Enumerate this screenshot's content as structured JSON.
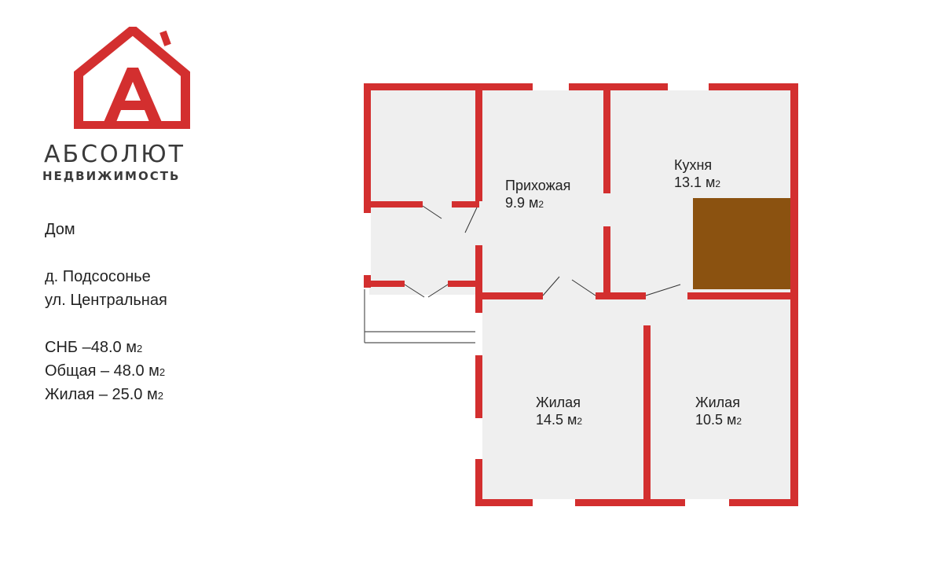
{
  "brand": {
    "name": "АБСОЛЮТ",
    "subtitle": "НЕДВИЖИМОСТЬ",
    "logo_letter": "А",
    "logo_color": "#d32f2f"
  },
  "property": {
    "type": "Дом",
    "village": "д. Подсосонье",
    "street": "ул. Центральная",
    "snb_label": "СНБ –48.0",
    "total_label": "Общая – 48.0",
    "living_label": "Жилая – 25.0",
    "unit": "м",
    "unit_sup": "2"
  },
  "rooms": [
    {
      "name": "Прихожая",
      "area": "9.9 м",
      "unit_sup": "2"
    },
    {
      "name": "Кухня",
      "area": "13.1 м",
      "unit_sup": "2"
    },
    {
      "name": "Жилая",
      "area": "14.5 м",
      "unit_sup": "2"
    },
    {
      "name": "Жилая",
      "area": "10.5 м",
      "unit_sup": "2"
    }
  ],
  "colors": {
    "wall": "#d32f2f",
    "floor": "#efefef",
    "stove": "#8b5210",
    "window": "#ffffff"
  }
}
